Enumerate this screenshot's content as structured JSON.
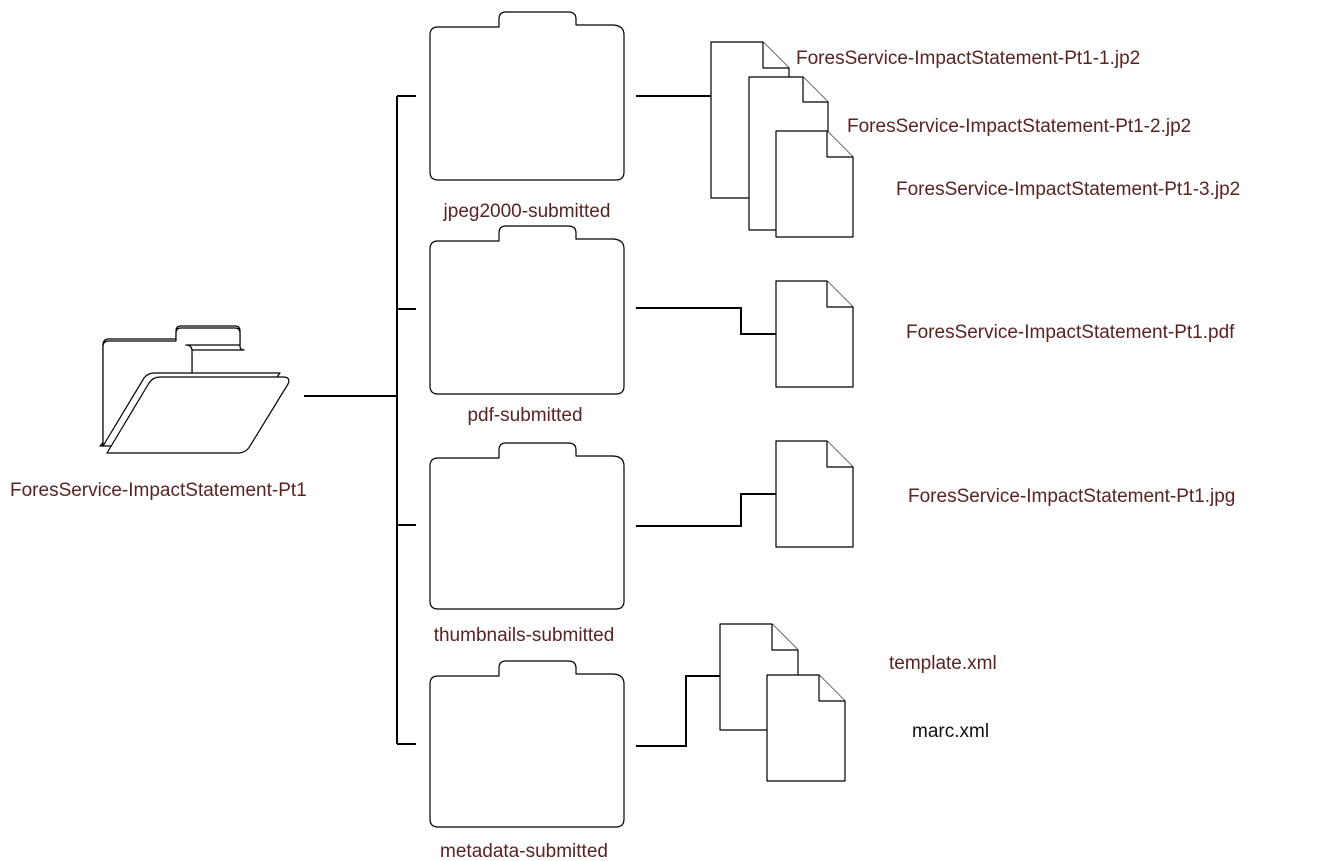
{
  "root": {
    "label": "ForesService-ImpactStatement-Pt1",
    "icon": "open-folder-icon"
  },
  "folders": [
    {
      "label": "jpeg2000-submitted",
      "icon": "folder-icon",
      "files": [
        {
          "label": "ForesService-ImpactStatement-Pt1-1.jp2",
          "icon": "document-icon"
        },
        {
          "label": "ForesService-ImpactStatement-Pt1-2.jp2",
          "icon": "document-icon"
        },
        {
          "label": "ForesService-ImpactStatement-Pt1-3.jp2",
          "icon": "document-icon"
        }
      ]
    },
    {
      "label": "pdf-submitted",
      "icon": "folder-icon",
      "files": [
        {
          "label": "ForesService-ImpactStatement-Pt1.pdf",
          "icon": "document-icon"
        }
      ]
    },
    {
      "label": "thumbnails-submitted",
      "icon": "folder-icon",
      "files": [
        {
          "label": "ForesService-ImpactStatement-Pt1.jpg",
          "icon": "document-icon"
        }
      ]
    },
    {
      "label": "metadata-submitted",
      "icon": "folder-icon",
      "files": [
        {
          "label": "template.xml",
          "icon": "document-icon"
        },
        {
          "label": "marc.xml",
          "icon": "document-icon"
        }
      ]
    }
  ],
  "colors": {
    "label": "#5a2323",
    "label_dark": "#111111",
    "stroke": "#000000",
    "background": "#ffffff"
  }
}
